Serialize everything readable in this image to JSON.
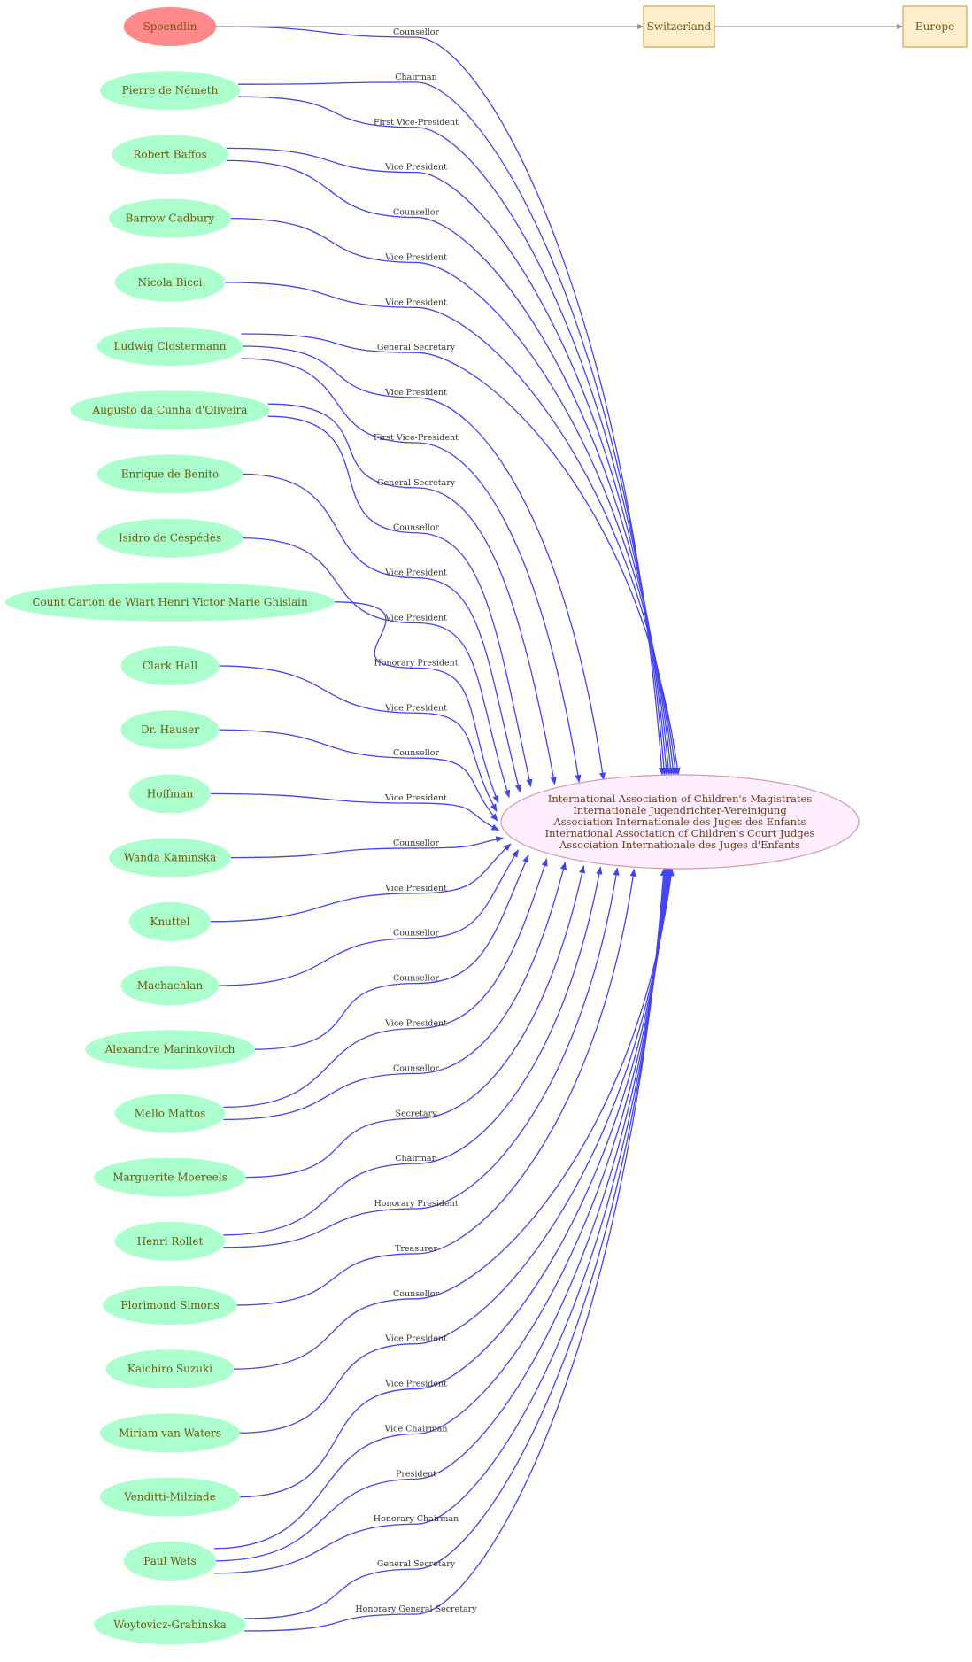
{
  "colors": {
    "person_fill": "#aaffcc",
    "highlight_fill": "#ff8888",
    "highlight_text": "#8a3a1a",
    "country_fill": "#ffeecc",
    "country_stroke": "#d9a050",
    "center_fill": "#ffeeff",
    "center_stroke": "#d89aa8",
    "edge": "#4444ee",
    "gray_edge": "#999999"
  },
  "center": {
    "lines": [
      "International Association of Children's Magistrates",
      "Internationale Jugendrichter-Vereinigung",
      "Association Internationale des Juges des Enfants",
      "International Association of Children's Court Judges",
      "Association Internationale des Juges d'Enfants"
    ]
  },
  "locations": [
    {
      "name": "Switzerland"
    },
    {
      "name": "Europe"
    }
  ],
  "people": [
    {
      "name": "Spoendlin",
      "highlight": true,
      "roles": [
        "Counsellor"
      ]
    },
    {
      "name": "Pierre  de Németh",
      "roles": [
        "Chairman",
        "First Vice-President"
      ]
    },
    {
      "name": "Robert Baffos",
      "roles": [
        "Vice President",
        "Counsellor"
      ]
    },
    {
      "name": "Barrow Cadbury",
      "roles": [
        "Vice President"
      ]
    },
    {
      "name": "Nicola Bicci",
      "roles": [
        "Vice President"
      ]
    },
    {
      "name": "Ludwig Clostermann",
      "roles": [
        "General Secretary",
        "Vice President",
        "First Vice-President"
      ]
    },
    {
      "name": "Augusto da Cunha d'Oliveira",
      "roles": [
        "General Secretary",
        "Counsellor"
      ]
    },
    {
      "name": "Enrique  de Benito",
      "roles": [
        "Vice President"
      ]
    },
    {
      "name": "Isidro de Cespédès",
      "roles": [
        "Vice President"
      ]
    },
    {
      "name": "Count Carton de Wiart Henri Victor Marie Ghislain",
      "roles": [
        "Honorary President"
      ]
    },
    {
      "name": "Clark Hall",
      "roles": [
        "Vice President"
      ]
    },
    {
      "name": "Dr. Hauser",
      "roles": [
        "Counsellor"
      ]
    },
    {
      "name": "Hoffman",
      "roles": [
        "Vice President"
      ]
    },
    {
      "name": "Wanda Kaminska",
      "roles": [
        "Counsellor"
      ]
    },
    {
      "name": "Knuttel",
      "roles": [
        "Vice President"
      ]
    },
    {
      "name": "Machachlan",
      "roles": [
        "Counsellor"
      ]
    },
    {
      "name": "Alexandre Marinkovitch",
      "roles": [
        "Counsellor"
      ]
    },
    {
      "name": "Mello Mattos",
      "roles": [
        "Vice President",
        "Counsellor"
      ]
    },
    {
      "name": "Marguerite Moereels",
      "roles": [
        "Secretary"
      ]
    },
    {
      "name": "Henri Rollet",
      "roles": [
        "Chairman",
        "Honorary President"
      ]
    },
    {
      "name": "Florimond Simons",
      "roles": [
        "Treasurer"
      ]
    },
    {
      "name": "Kaichiro Suzuki",
      "roles": [
        "Counsellor"
      ]
    },
    {
      "name": "Miriam van Waters",
      "roles": [
        "Vice President"
      ]
    },
    {
      "name": "Venditti-Milziade",
      "roles": [
        "Vice President"
      ]
    },
    {
      "name": "Paul Wets",
      "roles": [
        "Vice Chairman",
        "President",
        "Honorary Chairman"
      ]
    },
    {
      "name": "Woytovicz-Grabinska",
      "roles": [
        "General Secretary",
        "Honorary General Secretary"
      ]
    }
  ]
}
